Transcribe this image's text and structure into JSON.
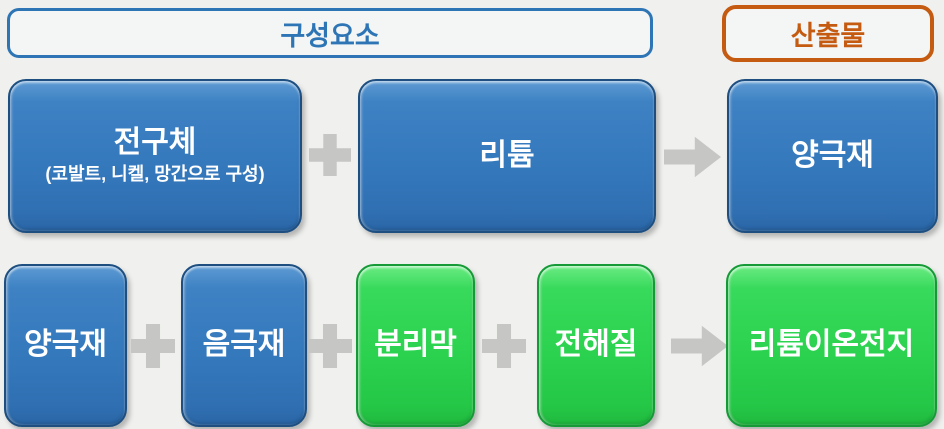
{
  "canvas": {
    "background": "#f0f1ee"
  },
  "headers": {
    "components": {
      "label": "구성요소",
      "accent": "#2e75b6"
    },
    "output": {
      "label": "산출물",
      "accent": "#c55a11"
    }
  },
  "flow": {
    "top_row": {
      "boxes": [
        {
          "id": "precursor",
          "label": "전구체",
          "sublabel": "(코발트, 니켈, 망간으로 구성)",
          "color": "blue"
        },
        {
          "id": "lithium",
          "label": "리튬",
          "color": "blue"
        },
        {
          "id": "cathode_output",
          "label": "양극재",
          "color": "blue"
        }
      ],
      "operators": [
        "plus",
        "arrow-right"
      ]
    },
    "bottom_row": {
      "boxes": [
        {
          "id": "cathode",
          "label": "양극재",
          "color": "blue"
        },
        {
          "id": "anode",
          "label": "음극재",
          "color": "blue"
        },
        {
          "id": "separator",
          "label": "분리막",
          "color": "green"
        },
        {
          "id": "electrolyte",
          "label": "전해질",
          "color": "green"
        },
        {
          "id": "li_ion_battery",
          "label": "리튬이온전지",
          "color": "green"
        }
      ],
      "operators": [
        "plus",
        "plus",
        "plus",
        "arrow-right"
      ]
    }
  },
  "palette": {
    "blue_fill": "#3579bd",
    "blue_border": "#1e4f80",
    "green_fill": "#2bd24f",
    "green_border": "#169a38",
    "operator_gray": "#c6c6c5",
    "box_text": "#ffffff",
    "background": "#f0f1ee"
  }
}
